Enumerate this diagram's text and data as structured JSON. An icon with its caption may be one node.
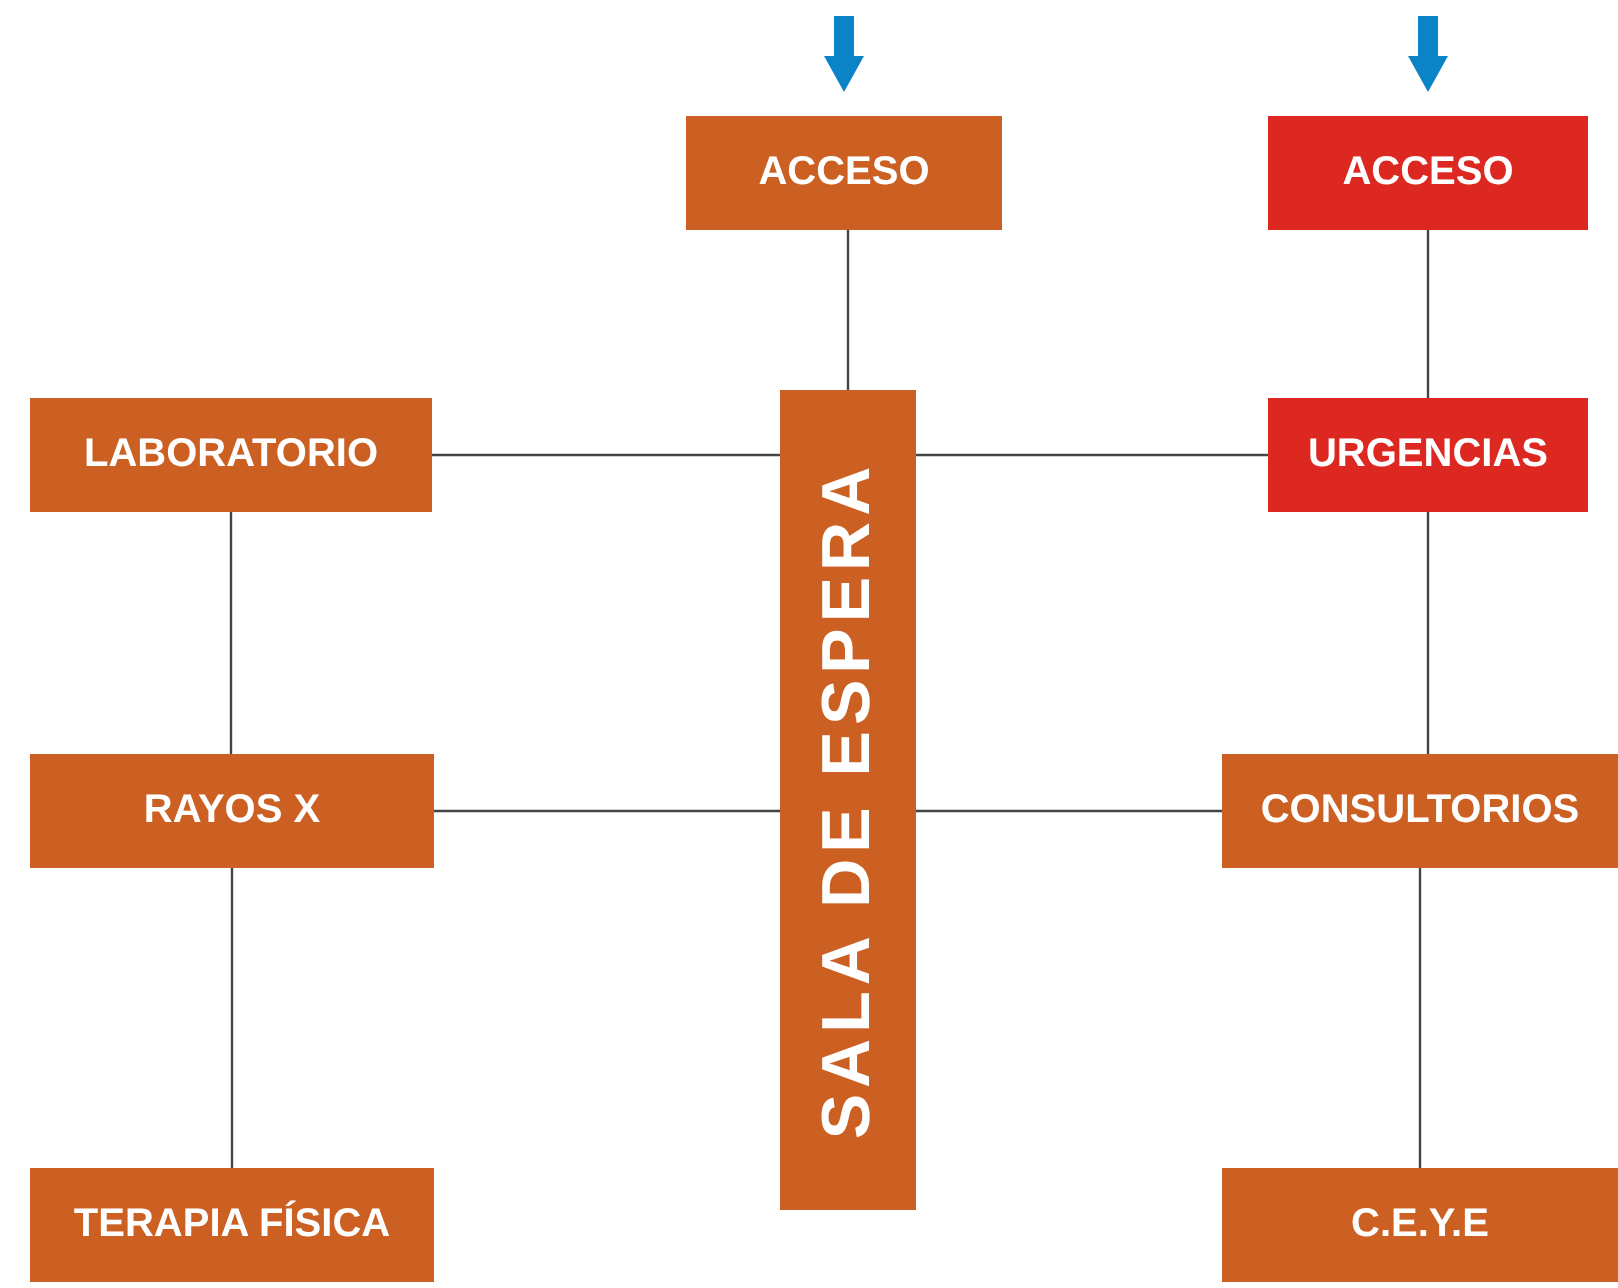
{
  "diagram": {
    "nodes": [
      {
        "text": [
          "ACCESO"
        ]
      },
      {
        "text": [
          "ACCESO"
        ]
      },
      {
        "text": [
          "LABORATORIO"
        ]
      },
      {
        "text": [
          "SALA DE ESPERA"
        ]
      },
      {
        "text": [
          "URGENCIAS"
        ]
      },
      {
        "text": [
          "RAYOS X"
        ]
      },
      {
        "text": [
          "CONSULTORIOS"
        ]
      },
      {
        "text": [
          "TERAPIA FÍSICA"
        ]
      },
      {
        "text": [
          "C.E.Y.E"
        ]
      }
    ],
    "edges": [
      {
        "from": null,
        "to": 0,
        "arrow": "to",
        "style": "thick",
        "color": "#0a84c6"
      },
      {
        "from": null,
        "to": 1,
        "arrow": "to",
        "style": "thick",
        "color": "#0a84c6"
      },
      {
        "from": 0,
        "to": 3,
        "arrow": "none"
      },
      {
        "from": 2,
        "to": 3,
        "arrow": "none"
      },
      {
        "from": 3,
        "to": 4,
        "arrow": "none"
      },
      {
        "from": 1,
        "to": 4,
        "arrow": "none"
      },
      {
        "from": 2,
        "to": 5,
        "arrow": "none"
      },
      {
        "from": 5,
        "to": 3,
        "arrow": "none"
      },
      {
        "from": 3,
        "to": 6,
        "arrow": "none"
      },
      {
        "from": 4,
        "to": 6,
        "arrow": "none"
      },
      {
        "from": 5,
        "to": 7,
        "arrow": "none"
      },
      {
        "from": 6,
        "to": 8,
        "arrow": "none"
      }
    ]
  }
}
